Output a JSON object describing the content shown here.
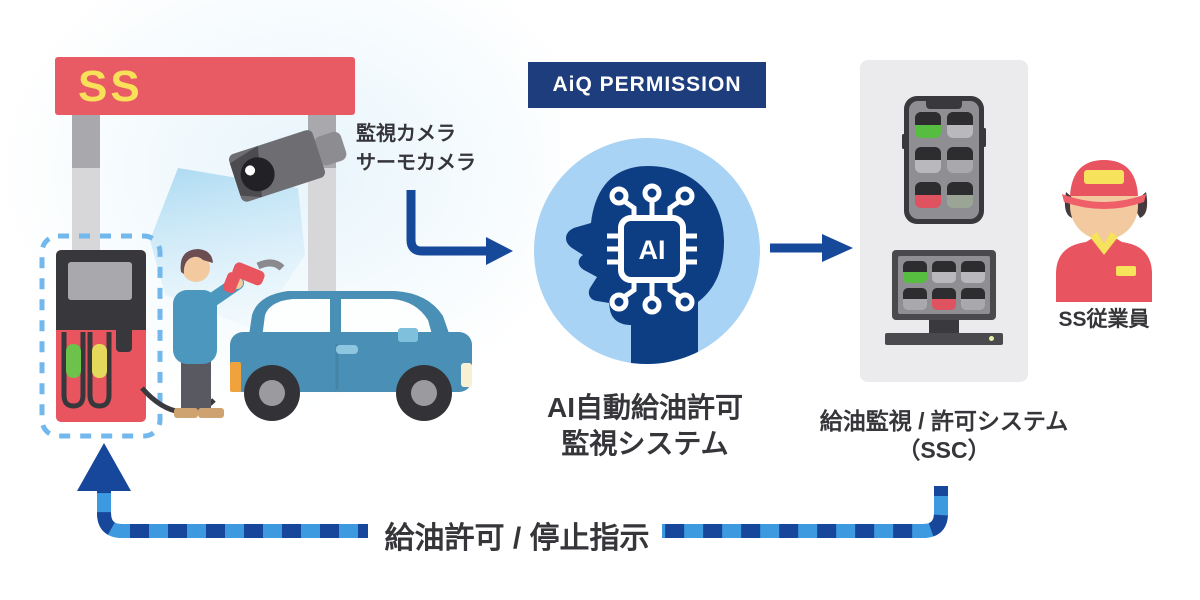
{
  "colors": {
    "arrow_navy": "#17499b",
    "feedback_light_blue": "#3d9ae0",
    "feedback_navy": "#16479a",
    "banner_navy": "#1e3d7c",
    "ai_circle_blue": "#a9d3f4",
    "ai_head_navy": "#0d3e84",
    "station_red": "#e8555f",
    "sign_yellow": "#f8e058",
    "text_dark": "#35353a",
    "panel_gray": "#ebebee",
    "status_green": "#57bd40",
    "status_red": "#df5260",
    "highlight_dash_blue": "#73b8ec"
  },
  "station": {
    "sign_label": "SS",
    "camera_caption": {
      "line1": "監視カメラ",
      "line2": "サーモカメラ"
    }
  },
  "ai_system": {
    "banner_label": "AiQ PERMISSION",
    "chip_label": "AI",
    "caption": {
      "line1": "AI自動給油許可",
      "line2": "監視システム"
    }
  },
  "ssc_system": {
    "caption": {
      "line1": "給油監視 / 許可システム",
      "line2": "（SSC）"
    }
  },
  "staff": {
    "label": "SS従業員"
  },
  "feedback": {
    "label": "給油許可 / 停止指示"
  }
}
